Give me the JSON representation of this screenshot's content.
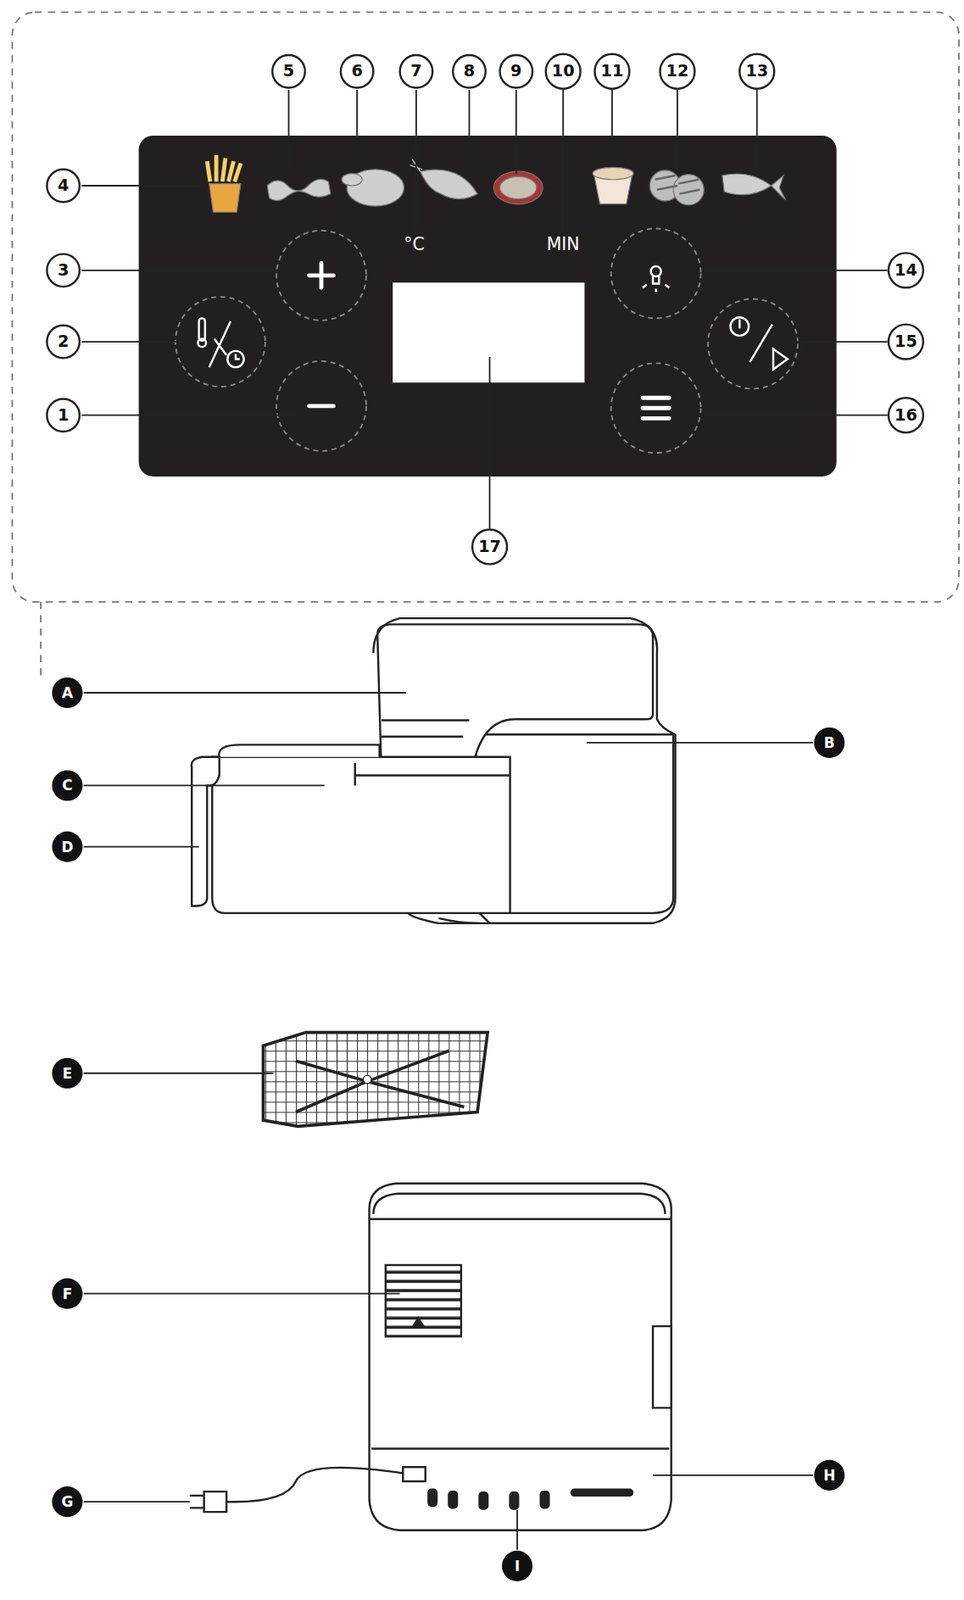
{
  "diagram": {
    "labels": [
      "5",
      "6",
      "7",
      "8",
      "9",
      "10",
      "11",
      "12",
      "13",
      "4",
      "3",
      "2",
      "1",
      "°C",
      "MIN",
      "14",
      "15",
      "16",
      "17",
      "A",
      "B",
      "C",
      "D",
      "E",
      "F",
      "G",
      "H",
      "I"
    ]
  }
}
